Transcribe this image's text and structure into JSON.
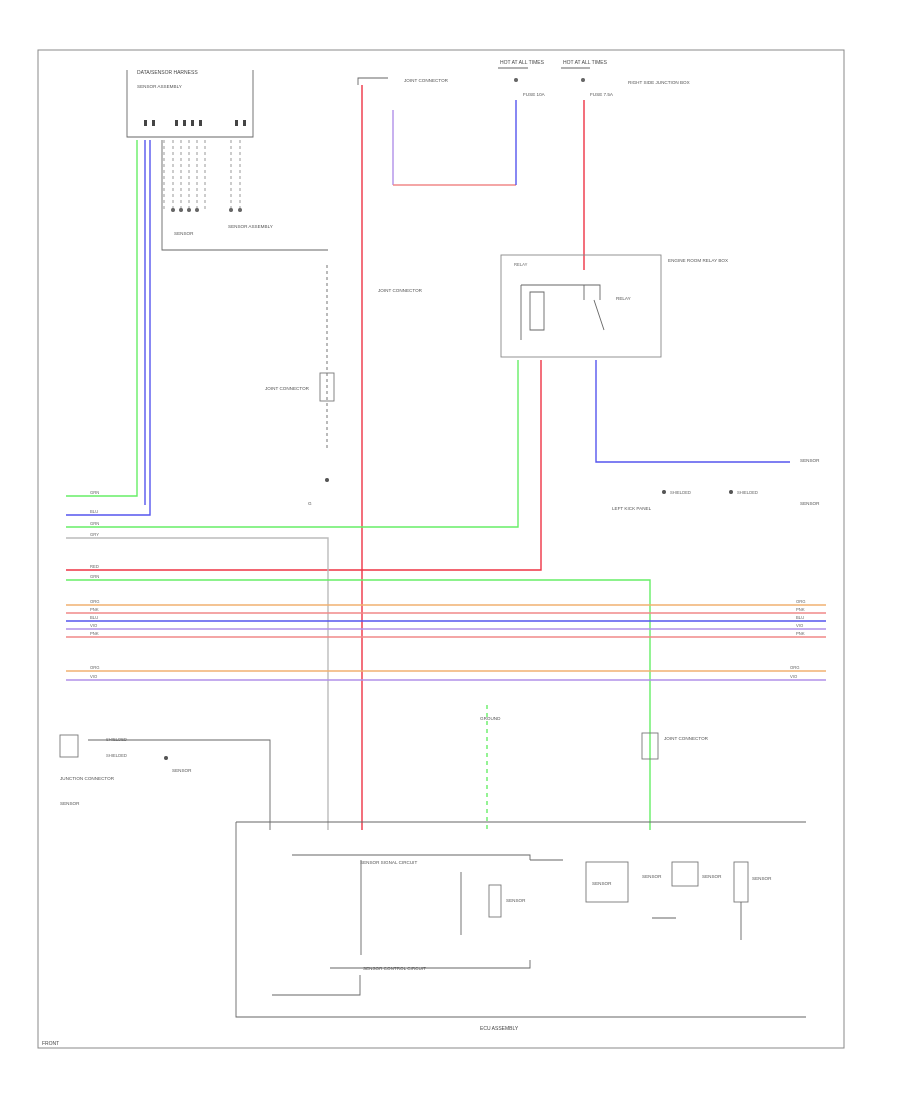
{
  "colors": {
    "green": "#66ee66",
    "blue": "#5555ee",
    "red": "#ee3344",
    "pink": "#f08888",
    "orange": "#f0b070",
    "violet": "#b090e8",
    "gray": "#bbbbbb",
    "frame": "#888888"
  },
  "labels": {
    "top_connector": "DATA/SENSOR HARNESS",
    "top_connector_sub": "SENSOR ASSEMBLY",
    "top_pins_left": "SENSOR",
    "top_pins_right": "SENSOR ASSEMBLY",
    "fuse_left": "HOT AT ALL TIMES",
    "fuse_right": "HOT AT ALL TIMES",
    "fuse_left_name": "FUSE 10A",
    "fuse_right_name": "FUSE 7.5A",
    "junction_top": "RIGHT SIDE JUNCTION BOX",
    "relay_box": "ENGINE ROOM RELAY BOX",
    "relay_name": "RELAY",
    "joint_connector_1": "JOINT CONNECTOR",
    "joint_connector_2": "JOINT CONNECTOR",
    "joint_connector_3": "JOINT CONNECTOR",
    "left_kick": "LEFT KICK PANEL",
    "ground_label": "G",
    "right_sensor": "SENSOR",
    "shielded_1": "SHIELDED",
    "shielded_2": "SHIELDED",
    "bottom_shielded_1": "SHIELDED",
    "bottom_shielded_2": "SHIELDED",
    "bottom_left_note": "JUNCTION CONNECTOR",
    "bottom_left_sub": "SENSOR",
    "center_ground": "GROUND",
    "ecu_header": "SENSOR SIGNAL CIRCUIT",
    "ecu_inner": "SENSOR CONTROL CIRCUIT",
    "ecu_sensor": "SENSOR",
    "ecu_block1": "SENSOR",
    "ecu_block2": "SENSOR",
    "ecu_block3": "SENSOR",
    "ecu_right": "SENSOR",
    "ecu_name": "ECU ASSEMBLY",
    "page_tag": "FRONT"
  },
  "bus_wires": [
    {
      "label": "GRN",
      "color": "green"
    },
    {
      "label": "BLU",
      "color": "blue"
    },
    {
      "label": "GRN",
      "color": "green"
    },
    {
      "label": "GRY",
      "color": "gray"
    },
    {
      "label": "RED",
      "color": "red"
    },
    {
      "label": "GRN",
      "color": "green"
    },
    {
      "label": "ORG",
      "color": "orange"
    },
    {
      "label": "PNK",
      "color": "pink"
    },
    {
      "label": "BLU",
      "color": "blue"
    },
    {
      "label": "VIO",
      "color": "violet"
    },
    {
      "label": "PNK",
      "color": "pink"
    },
    {
      "label": "ORG",
      "color": "orange"
    },
    {
      "label": "VIO",
      "color": "violet"
    }
  ]
}
